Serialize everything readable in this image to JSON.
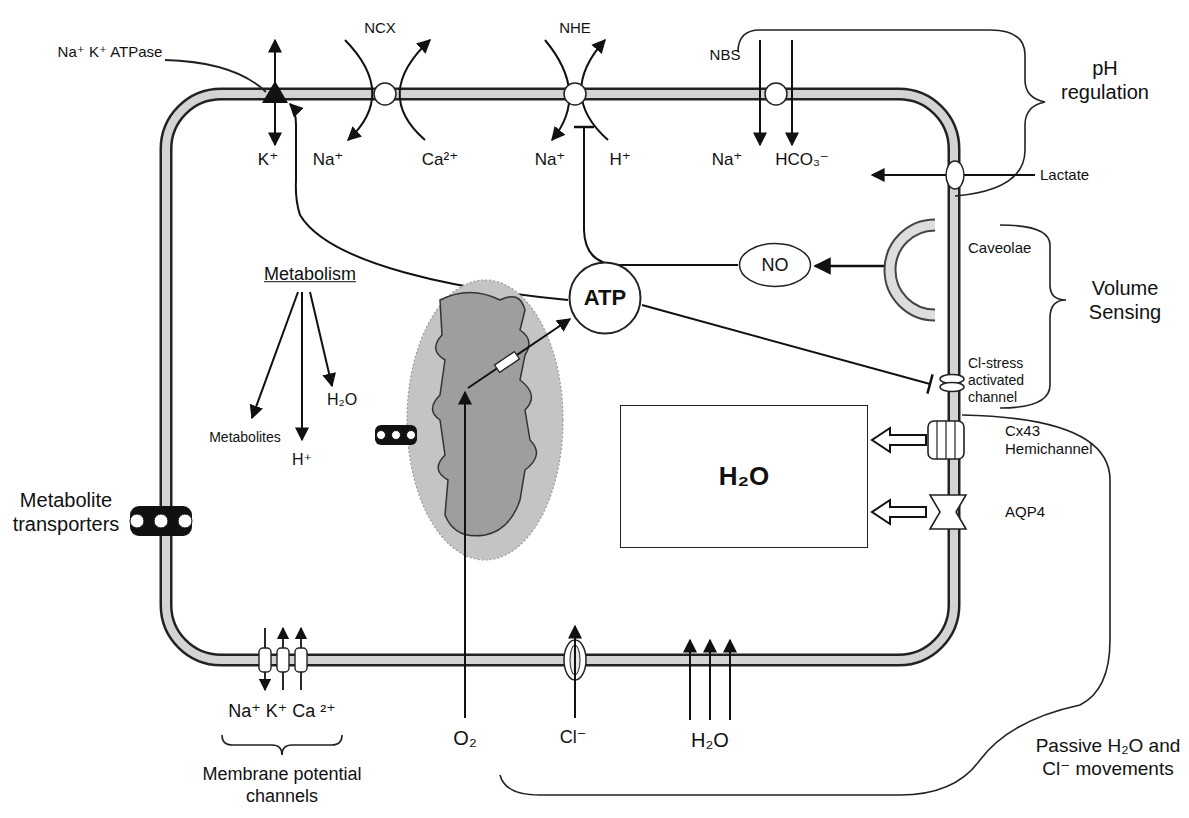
{
  "diagram": {
    "nodes": [
      {
        "text": [
          "NO"
        ]
      },
      {
        "text": [
          "ATP"
        ]
      },
      {
        "text": [
          "H₂O"
        ]
      }
    ],
    "labels": [
      "pH regulation",
      "Na⁺ K⁺ ATPase",
      "NCX",
      "NHE",
      "NBS",
      "K⁺",
      "Na⁺",
      "Ca²⁺",
      "Na⁺",
      "H⁺",
      "Na⁺",
      "HCO₃⁻",
      "Lactate",
      "Caveolae",
      "Volume Sensing",
      "Metabolism",
      "Cl-stress activated channel",
      "Metabolites",
      "H₂O",
      "Cx43 Hemichannel",
      "H⁺",
      "Metabolite transporters",
      "AQP4",
      "Na⁺ K⁺ Ca ²⁺",
      "O₂",
      "Cl⁻",
      "H₂O",
      "Passive H₂O and Cl⁻ movements",
      "Membrane potential channels"
    ]
  }
}
